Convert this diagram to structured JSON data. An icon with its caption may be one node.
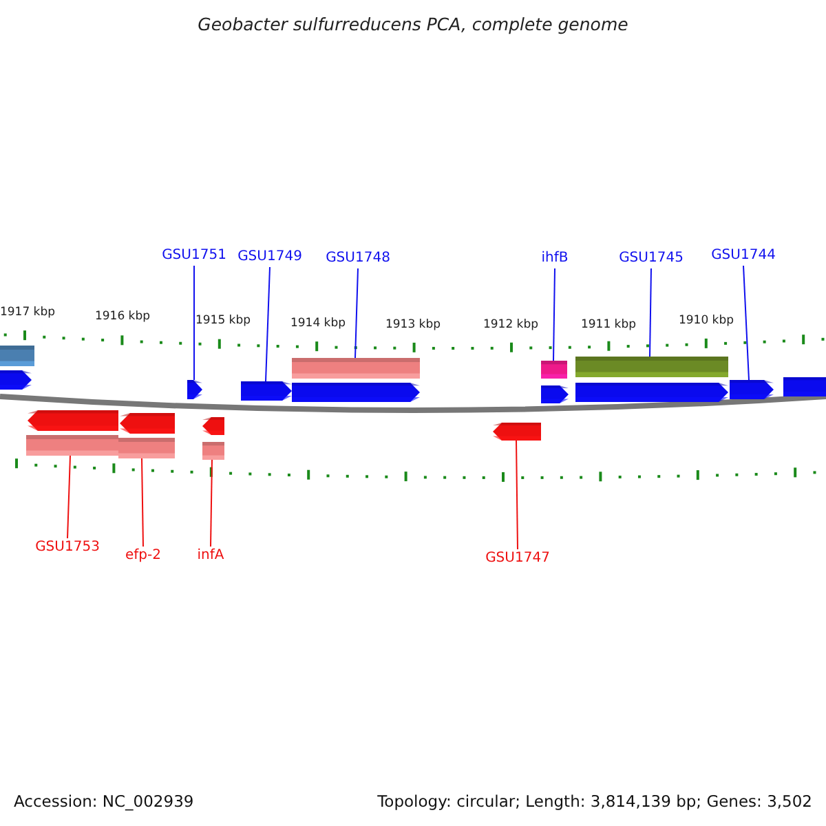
{
  "diagram": {
    "title": "Geobacter sulfurreducens PCA, complete genome",
    "nodes": [
      {
        "text": [
          "GSU1751"
        ]
      },
      {
        "text": [
          "GSU1749"
        ]
      },
      {
        "text": [
          "GSU1748"
        ]
      },
      {
        "text": [
          "ihfB"
        ]
      },
      {
        "text": [
          "GSU1745"
        ]
      },
      {
        "text": [
          "GSU1744"
        ]
      },
      {
        "text": [],
        "shape": "bar"
      },
      {
        "text": [],
        "shape": "bar"
      },
      {
        "text": [],
        "shape": "bar"
      },
      {
        "text": [],
        "shape": "bar"
      },
      {
        "text": [],
        "shape": "arrow"
      },
      {
        "text": [],
        "shape": "arrow"
      },
      {
        "text": [],
        "shape": "arrow"
      },
      {
        "text": [],
        "shape": "arrow"
      },
      {
        "text": [],
        "shape": "arrow"
      },
      {
        "text": [],
        "shape": "arrow"
      },
      {
        "text": [],
        "shape": "arrow"
      },
      {
        "text": [],
        "shape": "arrow"
      },
      {
        "text": [],
        "shape": "arrow"
      },
      {
        "text": [],
        "shape": "arrow"
      },
      {
        "text": [],
        "shape": "arrow"
      },
      {
        "text": [],
        "shape": "arrow"
      },
      {
        "text": [],
        "shape": "bar"
      },
      {
        "text": [],
        "shape": "bar"
      },
      {
        "text": [],
        "shape": "bar"
      },
      {
        "text": [
          "GSU1753"
        ]
      },
      {
        "text": [
          "efp-2"
        ]
      },
      {
        "text": [
          "infA"
        ]
      },
      {
        "text": [
          "GSU1747"
        ]
      }
    ],
    "edges": [
      {
        "from": 0,
        "to": 11,
        "arrow": "none"
      },
      {
        "from": 1,
        "to": 12,
        "arrow": "none"
      },
      {
        "from": 2,
        "to": 7,
        "arrow": "none"
      },
      {
        "from": 3,
        "to": 8,
        "arrow": "none"
      },
      {
        "from": 4,
        "to": 9,
        "arrow": "none"
      },
      {
        "from": 5,
        "to": 16,
        "arrow": "none"
      },
      {
        "from": 25,
        "to": 22,
        "arrow": "none",
        "color": "#ee1010"
      },
      {
        "from": 26,
        "to": 23,
        "arrow": "none",
        "color": "#ee1010"
      },
      {
        "from": 27,
        "to": 24,
        "arrow": "none",
        "color": "#ee1010"
      },
      {
        "from": 28,
        "to": 21,
        "arrow": "none",
        "color": "#ee1010"
      }
    ],
    "labels": [
      "1917 kbp",
      "1916 kbp",
      "1915 kbp",
      "1914 kbp",
      "1913 kbp",
      "1912 kbp",
      "1911 kbp",
      "1910 kbp",
      "Accession: NC_002939",
      "Topology: circular; Length: 3,814,139 bp; Genes: 3,502"
    ]
  }
}
